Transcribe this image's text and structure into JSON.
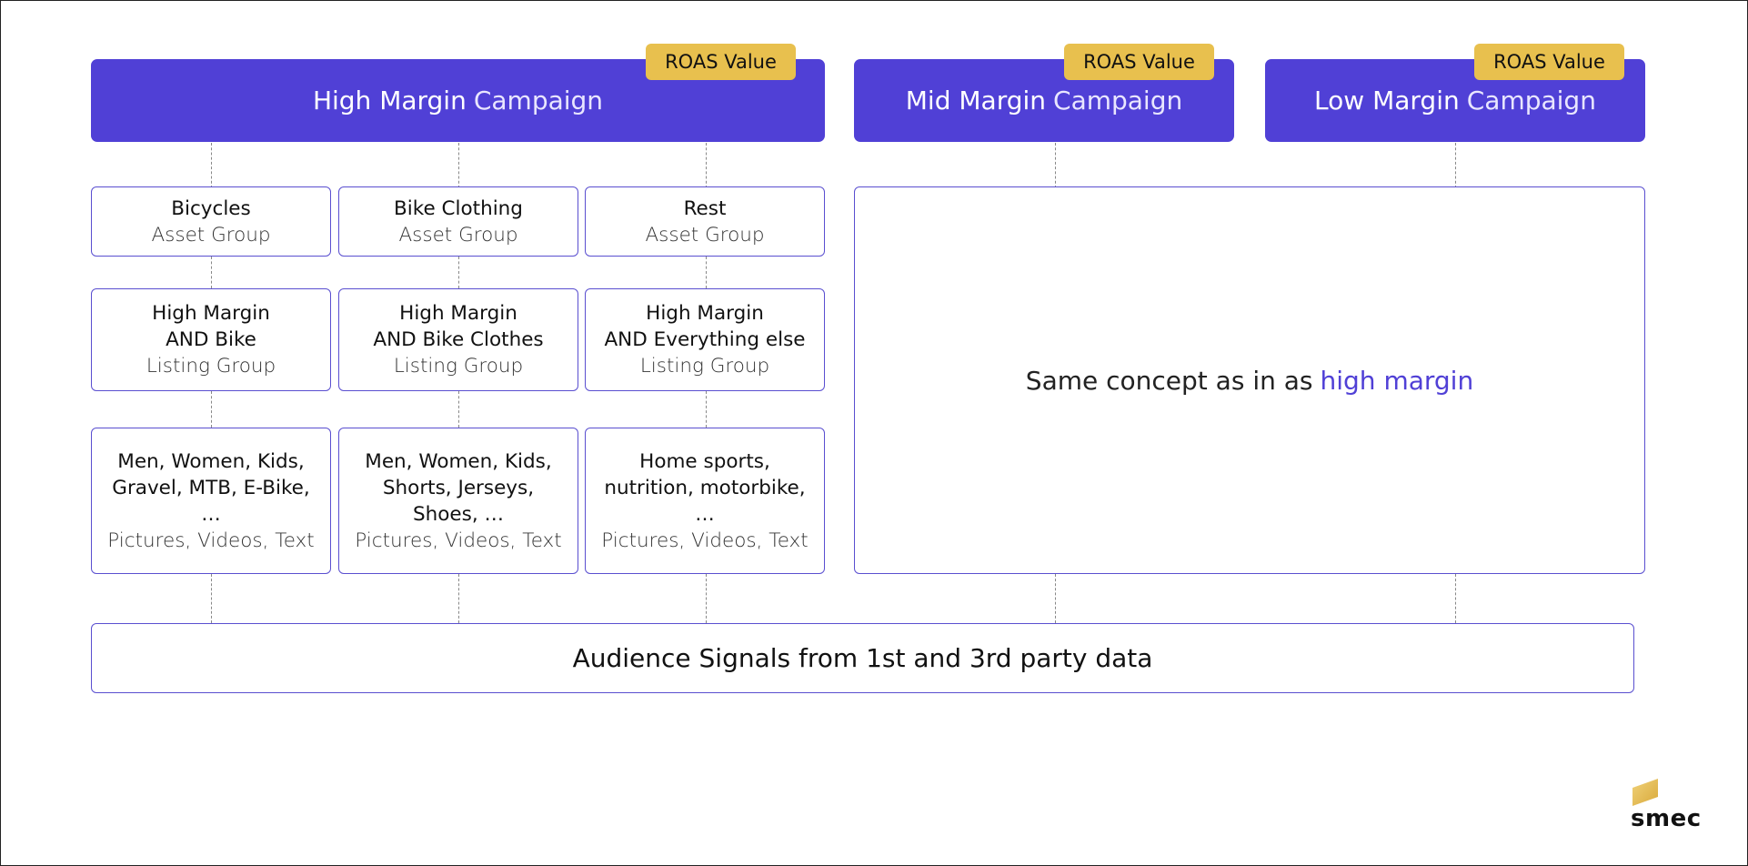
{
  "campaigns": {
    "high": {
      "strong": "High Margin",
      "light": "Campaign",
      "badge": "ROAS Value"
    },
    "mid": {
      "strong": "Mid Margin",
      "light": "Campaign",
      "badge": "ROAS Value"
    },
    "low": {
      "strong": "Low Margin",
      "light": "Campaign",
      "badge": "ROAS Value"
    }
  },
  "asset_groups": [
    {
      "name": "Bicycles",
      "type": "Asset Group"
    },
    {
      "name": "Bike Clothing",
      "type": "Asset Group"
    },
    {
      "name": "Rest",
      "type": "Asset Group"
    }
  ],
  "listing_groups": [
    {
      "line1": "High Margin",
      "line2": "AND Bike",
      "type": "Listing Group"
    },
    {
      "line1": "High Margin",
      "line2": "AND Bike Clothes",
      "type": "Listing Group"
    },
    {
      "line1": "High Margin",
      "line2": "AND Everything else",
      "type": "Listing Group"
    }
  ],
  "assets": [
    {
      "line1": "Men, Women, Kids,",
      "line2": "Gravel, MTB, E-Bike,",
      "line3": "…",
      "types": "Pictures, Videos, Text"
    },
    {
      "line1": "Men, Women, Kids,",
      "line2": "Shorts, Jerseys,",
      "line3": "Shoes, …",
      "types": "Pictures, Videos, Text"
    },
    {
      "line1": "Home sports,",
      "line2": "nutrition, motorbike,",
      "line3": "…",
      "types": "Pictures, Videos, Text"
    }
  ],
  "same_concept": {
    "text": "Same concept as in as",
    "highlight": "high margin"
  },
  "audience": {
    "text": "Audience Signals from 1st and 3rd party data"
  },
  "brand": {
    "name": "smec",
    "accent": "#e8c04e"
  },
  "colors": {
    "campaign": "#5040d6",
    "badge": "#e8c04e",
    "border": "#5a4fd0"
  }
}
